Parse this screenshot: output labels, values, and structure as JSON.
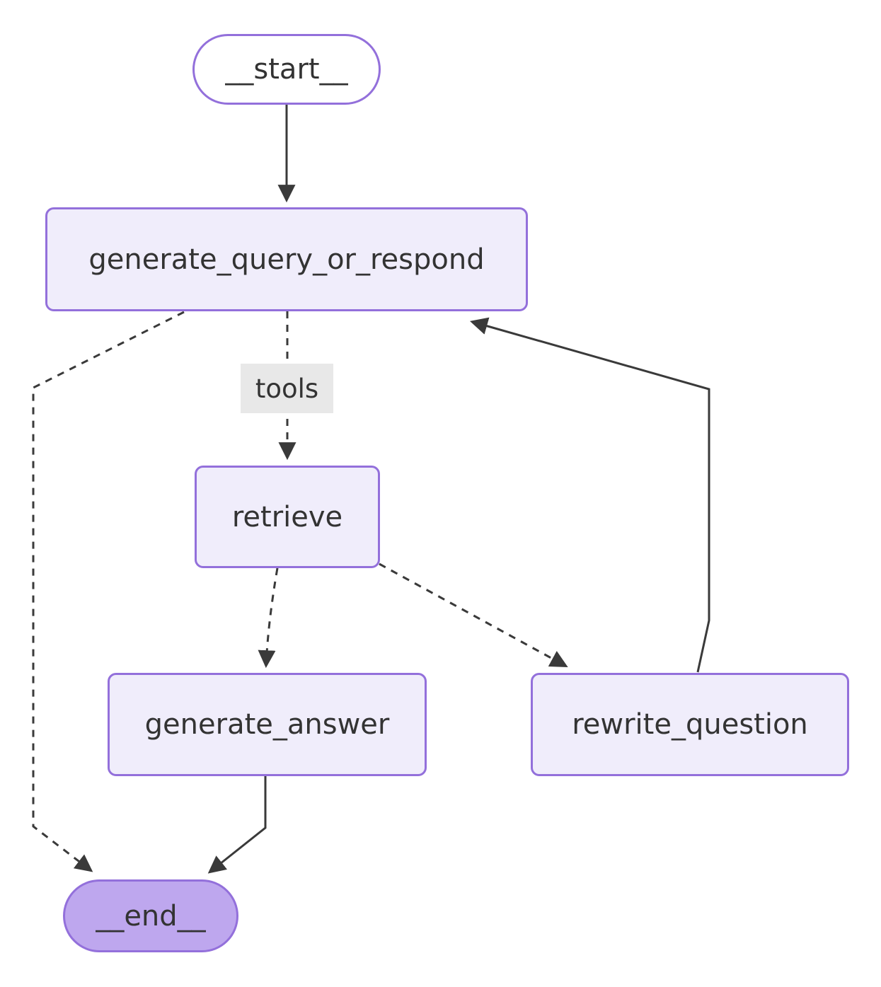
{
  "diagram": {
    "type": "flowchart",
    "direction": "top-down",
    "nodes": [
      {
        "id": "__start__",
        "label": "__start__",
        "shape": "stadium"
      },
      {
        "id": "generate_query_or_respond",
        "label": "generate_query_or_respond",
        "shape": "rectangle"
      },
      {
        "id": "retrieve",
        "label": "retrieve",
        "shape": "rectangle"
      },
      {
        "id": "generate_answer",
        "label": "generate_answer",
        "shape": "rectangle"
      },
      {
        "id": "rewrite_question",
        "label": "rewrite_question",
        "shape": "rectangle"
      },
      {
        "id": "__end__",
        "label": "__end__",
        "shape": "stadium"
      }
    ],
    "edges": [
      {
        "from": "__start__",
        "to": "generate_query_or_respond",
        "style": "solid",
        "label": ""
      },
      {
        "from": "generate_query_or_respond",
        "to": "retrieve",
        "style": "dashed",
        "label": "tools"
      },
      {
        "from": "generate_query_or_respond",
        "to": "__end__",
        "style": "dashed",
        "label": ""
      },
      {
        "from": "retrieve",
        "to": "generate_answer",
        "style": "dashed",
        "label": ""
      },
      {
        "from": "retrieve",
        "to": "rewrite_question",
        "style": "dashed",
        "label": ""
      },
      {
        "from": "generate_answer",
        "to": "__end__",
        "style": "solid",
        "label": ""
      },
      {
        "from": "rewrite_question",
        "to": "generate_query_or_respond",
        "style": "solid",
        "label": ""
      }
    ],
    "colors": {
      "node_border": "#9370DB",
      "node_fill": "#F0EDFB",
      "start_fill": "#FFFFFF",
      "end_fill": "#BEA7EE",
      "edge_stroke": "#3A3A3A",
      "text": "#333333",
      "edge_label_bg": "#E8E8E8",
      "background": "#FFFFFF"
    }
  }
}
